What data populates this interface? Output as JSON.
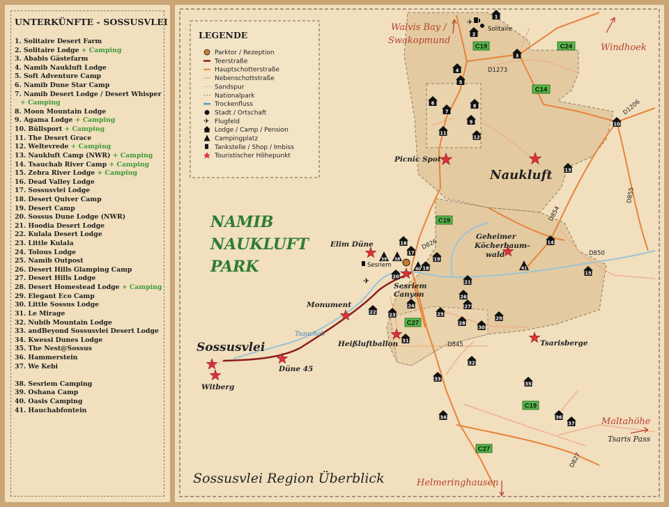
{
  "list": {
    "title": "UNTERKÜNFTE - SOSSUSVLEI",
    "camping_suffix": "+ Camping",
    "items": [
      {
        "text": "1. Solitaire Desert Farm",
        "camping": false
      },
      {
        "text": "2. Solitaire Lodge",
        "camping": true
      },
      {
        "text": "3. Ababis Gästefarm",
        "camping": false
      },
      {
        "text": "4. Namib Naukluft Lodge",
        "camping": false
      },
      {
        "text": "5. Soft Adventure Camp",
        "camping": false
      },
      {
        "text": "6. Namib Dune Star Camp",
        "camping": false
      },
      {
        "text": "7. Namib Desert Lodge / Desert Whisper",
        "camping": false
      },
      {
        "text": "",
        "camping": true,
        "continuation": true
      },
      {
        "text": "8. Moon Mountain Lodge",
        "camping": false
      },
      {
        "text": "9. Agama Lodge",
        "camping": true
      },
      {
        "text": "10.  Büllsport",
        "camping": true
      },
      {
        "text": "11. The Desert Grace",
        "camping": false
      },
      {
        "text": "12. Weltevrede",
        "camping": true
      },
      {
        "text": "13. Naukluft Camp (NWR)",
        "camping": true
      },
      {
        "text": "14. Tsauchab River Camp",
        "camping": true
      },
      {
        "text": "15. Zebra River Lodge",
        "camping": true
      },
      {
        "text": "16. Dead Valley Lodge",
        "camping": false
      },
      {
        "text": "17. Sossusvlei Lodge",
        "camping": false
      },
      {
        "text": "18. Desert Quiver Camp",
        "camping": false
      },
      {
        "text": "19. Desert Camp",
        "camping": false
      },
      {
        "text": "20. Sossus Dune Lodge (NWR)",
        "camping": false
      },
      {
        "text": "21. Hoodia Desert Lodge",
        "camping": false
      },
      {
        "text": "22. Kulala Desert Lodge",
        "camping": false
      },
      {
        "text": "23. Little Kulala",
        "camping": false
      },
      {
        "text": "24. Tolous Lodge",
        "camping": false
      },
      {
        "text": "25. Namib Outpost",
        "camping": false
      },
      {
        "text": "26. Desert Hills Glamping Camp",
        "camping": false
      },
      {
        "text": "27. Desert Hills Lodge",
        "camping": false
      },
      {
        "text": "28. Desert Homestead Lodge",
        "camping": true
      },
      {
        "text": "29. Elegant Eco Camp",
        "camping": false
      },
      {
        "text": "30. Little Sossus Lodge",
        "camping": false
      },
      {
        "text": "31. Le Mirage",
        "camping": false
      },
      {
        "text": "32. Nubib Mountain Lodge",
        "camping": false
      },
      {
        "text": "33. andBeyond Sossusvlei Desert Lodge",
        "camping": false
      },
      {
        "text": "34. Kwessi Dunes Lodge",
        "camping": false
      },
      {
        "text": "35. The Nest@Sossus",
        "camping": false
      },
      {
        "text": "36. Hammerstein",
        "camping": false
      },
      {
        "text": "37. We Kebi",
        "camping": false
      },
      {
        "text": "",
        "gap": true
      },
      {
        "text": "38. Sesriem Camping",
        "camping": false
      },
      {
        "text": "39. Oshana Camp",
        "camping": false
      },
      {
        "text": "40. Oasis Camping",
        "camping": false
      },
      {
        "text": "41. Hauchabfontein",
        "camping": false
      }
    ]
  },
  "legend": {
    "title": "LEGENDE",
    "items": [
      {
        "text": "Parktor / Rezeption",
        "symbol": "gate-circle"
      },
      {
        "text": "Teerstraße",
        "symbol": "tar-road-line"
      },
      {
        "text": "Hauptschotterstraße",
        "symbol": "main-gravel-line"
      },
      {
        "text": "Nebenschottstraße",
        "symbol": "minor-gravel-line"
      },
      {
        "text": "Sandspur",
        "symbol": "sand-track-line"
      },
      {
        "text": "Nationalpark",
        "symbol": "park-boundary-line"
      },
      {
        "text": "Trockenfluss",
        "symbol": "dry-river-line"
      },
      {
        "text": "Stadt / Ortschaft",
        "symbol": "town-dot"
      },
      {
        "text": "Flugfeld",
        "symbol": "airfield-icon"
      },
      {
        "text": "Lodge / Camp / Pension",
        "symbol": "lodge-icon"
      },
      {
        "text": "Campingplatz",
        "symbol": "campsite-icon"
      },
      {
        "text": "Tankstelle / Shop / Imbiss",
        "symbol": "fuel-icon"
      },
      {
        "text": "Touristischer Höhepunkt",
        "symbol": "highlight-star"
      }
    ]
  },
  "map": {
    "park_name": [
      "NAMIB",
      "NAUKLUFT",
      "PARK"
    ],
    "footer_title": "Sossusvlei Region Überblick",
    "colors": {
      "tar_road": "#8a1c1c",
      "main_gravel": "#e8833a",
      "minor_gravel": "#eeb38c",
      "dry_river": "#9cc3d6",
      "park_green": "#2e7d32",
      "highlight_star": "#d8333a",
      "route_badge": "#55b848",
      "direction_red": "#b8412d"
    },
    "directions": {
      "walvis_1": "Walvis Bay /",
      "walvis_2": "Swakopmund",
      "windhoek": "Windhoek",
      "maltahohe": "Maltahöhe",
      "tsaris": "Tsaris Pass",
      "helmeringhausen": "Helmeringhausen"
    },
    "places": {
      "solitaire": "Solitaire",
      "naukluft": "Naukluft",
      "sossusvlei": "Sossusvlei",
      "sesriem": "Sesriem",
      "tsauchab": "Tsauchab"
    },
    "highlights": {
      "picnic": "Picnic Spot",
      "elim": "Elim Düne",
      "koch_1": "Geheimer",
      "koch_2": "Köcherbaum-",
      "koch_3": "wald",
      "canyon_1": "Sesriem",
      "canyon_2": "Canyon",
      "monument": "Monument",
      "balloon": "Heißluftballon",
      "tsarisberge": "Tsarisberge",
      "dune45": "Düne 45",
      "witberg": "Witberg"
    },
    "routes": {
      "c19": "C19",
      "c24": "C24",
      "c14": "C14",
      "c27": "C27",
      "d1273": "D1273",
      "d1206": "D1206",
      "d855": "D855",
      "d854": "D854",
      "d850": "D850",
      "d826": "D826",
      "d845": "D845",
      "d827": "D827"
    },
    "markers": {
      "m1": "1",
      "m2": "2",
      "m3": "3",
      "m4": "4",
      "m5": "5",
      "m6": "6",
      "m7": "7",
      "m8": "8",
      "m9": "9",
      "m10": "10",
      "m11": "11",
      "m12": "12",
      "m13": "13",
      "m14": "14",
      "m15": "15",
      "m16": "16",
      "m17": "17",
      "m18": "18",
      "m19": "19",
      "m20": "20",
      "m21": "21",
      "m22": "22",
      "m23": "23",
      "m24": "24",
      "m25": "25",
      "m26": "26",
      "m27": "27",
      "m28": "28",
      "m29": "29",
      "m30": "30",
      "m31": "31",
      "m32": "32",
      "m33": "33",
      "m34": "34",
      "m35": "35",
      "m36": "36",
      "m37": "37",
      "m38": "38",
      "m39": "39",
      "m40": "40",
      "m41": "41"
    }
  }
}
